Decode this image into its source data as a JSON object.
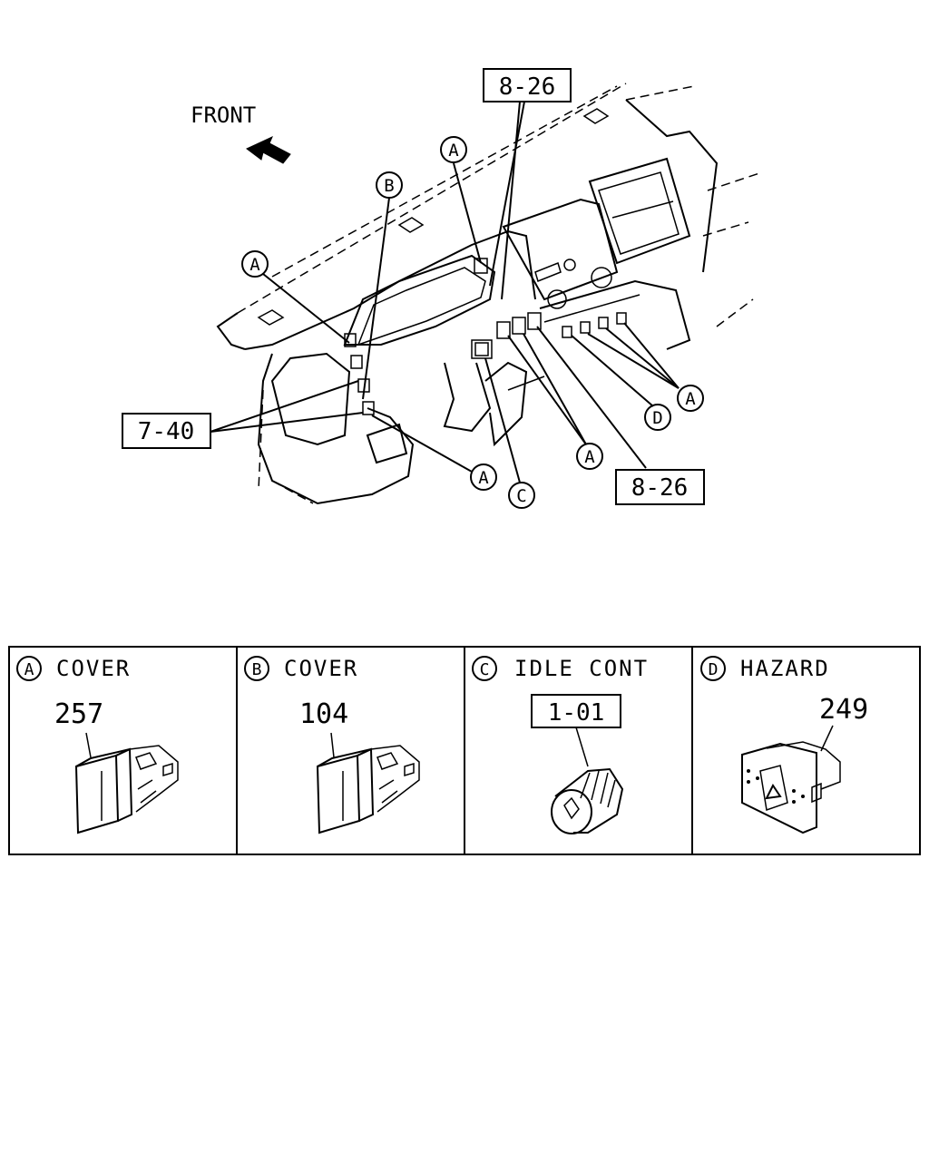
{
  "diagram": {
    "front_label": "FRONT",
    "ref_top": "8-26",
    "ref_left": "7-40",
    "ref_bottom_right": "8-26",
    "callout_letters": {
      "a": "A",
      "b": "B",
      "c": "C",
      "d": "D"
    }
  },
  "parts_table": {
    "cells": [
      {
        "letter": "A",
        "title": "COVER",
        "part_no": "257"
      },
      {
        "letter": "B",
        "title": "COVER",
        "part_no": "104"
      },
      {
        "letter": "C",
        "title": "IDLE CONT",
        "ref": "1-01"
      },
      {
        "letter": "D",
        "title": "HAZARD",
        "part_no": "249"
      }
    ]
  }
}
